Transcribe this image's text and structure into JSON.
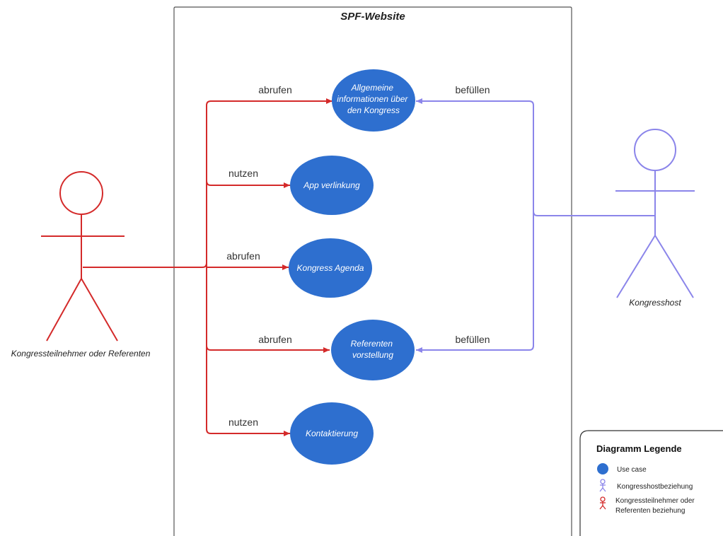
{
  "system": {
    "title": "SPF-Website"
  },
  "actors": {
    "participant": {
      "name": "Kongressteilnehmer oder Referenten",
      "color": "#d42a2a"
    },
    "host": {
      "name": "Kongresshost",
      "color": "#8b85ea"
    }
  },
  "use_cases": [
    {
      "lines": [
        "Allgemeine",
        "informationen über",
        "den Kongress"
      ]
    },
    {
      "lines": [
        "App verlinkung"
      ]
    },
    {
      "lines": [
        "Kongress Agenda"
      ]
    },
    {
      "lines": [
        "Referenten",
        "vorstellung"
      ]
    },
    {
      "lines": [
        "Kontaktierung"
      ]
    }
  ],
  "participant_edges": [
    "abrufen",
    "nutzen",
    "abrufen",
    "abrufen",
    "nutzen"
  ],
  "host_edges": [
    "befüllen",
    "befüllen"
  ],
  "legend": {
    "title": "Diagramm Legende",
    "items": [
      "Use case",
      "Kongresshostbeziehung",
      "Kongressteilnehmer oder",
      "Referenten beziehung"
    ]
  },
  "colors": {
    "use_case_fill": "#2e6fcf",
    "participant": "#d42a2a",
    "host": "#8b85ea",
    "border": "#555555"
  }
}
